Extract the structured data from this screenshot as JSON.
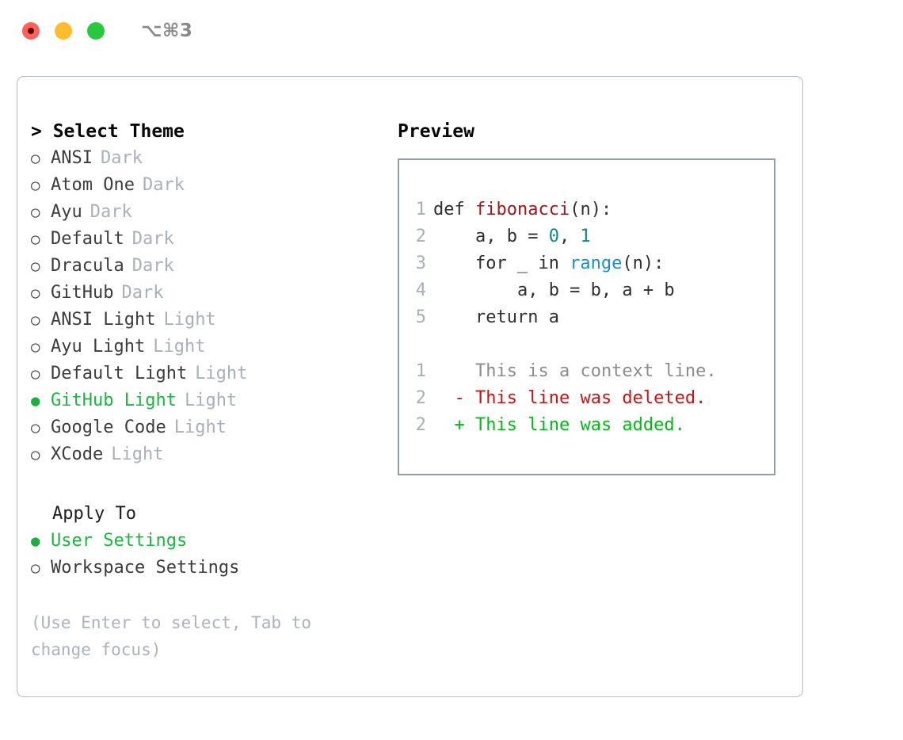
{
  "titlebar": {
    "shortcut": "⌥⌘3",
    "buttons": [
      "close",
      "minimize",
      "maximize"
    ]
  },
  "theme_picker": {
    "heading": "> Select Theme",
    "marks": {
      "selected": "●",
      "unselected": "○"
    },
    "items": [
      {
        "name": "ANSI",
        "variant": "Dark",
        "selected": false
      },
      {
        "name": "Atom One",
        "variant": "Dark",
        "selected": false
      },
      {
        "name": "Ayu",
        "variant": "Dark",
        "selected": false
      },
      {
        "name": "Default",
        "variant": "Dark",
        "selected": false
      },
      {
        "name": "Dracula",
        "variant": "Dark",
        "selected": false
      },
      {
        "name": "GitHub",
        "variant": "Dark",
        "selected": false
      },
      {
        "name": "ANSI Light",
        "variant": "Light",
        "selected": false
      },
      {
        "name": "Ayu Light",
        "variant": "Light",
        "selected": false
      },
      {
        "name": "Default Light",
        "variant": "Light",
        "selected": false
      },
      {
        "name": "GitHub Light",
        "variant": "Light",
        "selected": true
      },
      {
        "name": "Google Code",
        "variant": "Light",
        "selected": false
      },
      {
        "name": "XCode",
        "variant": "Light",
        "selected": false
      }
    ]
  },
  "apply_to": {
    "heading": "Apply To",
    "options": [
      {
        "label": "User Settings",
        "selected": true
      },
      {
        "label": "Workspace Settings",
        "selected": false
      }
    ]
  },
  "hint": "(Use Enter to select, Tab to change focus)",
  "preview": {
    "heading": "Preview",
    "code_lines": [
      {
        "no": "1",
        "segments": [
          {
            "t": "def ",
            "k": "plain"
          },
          {
            "t": "fibonacci",
            "k": "func"
          },
          {
            "t": "(n):",
            "k": "plain"
          }
        ]
      },
      {
        "no": "2",
        "segments": [
          {
            "t": "    a, b = ",
            "k": "plain"
          },
          {
            "t": "0",
            "k": "num"
          },
          {
            "t": ", ",
            "k": "plain"
          },
          {
            "t": "1",
            "k": "num"
          }
        ]
      },
      {
        "no": "3",
        "segments": [
          {
            "t": "    for _ in ",
            "k": "plain"
          },
          {
            "t": "range",
            "k": "call"
          },
          {
            "t": "(n):",
            "k": "plain"
          }
        ]
      },
      {
        "no": "4",
        "segments": [
          {
            "t": "        a, b = b, a + b",
            "k": "plain"
          }
        ]
      },
      {
        "no": "5",
        "segments": [
          {
            "t": "    return a",
            "k": "plain"
          }
        ]
      }
    ],
    "diff_lines": [
      {
        "no": "1",
        "sign": " ",
        "text": "This is a context line.",
        "kind": "context"
      },
      {
        "no": "2",
        "sign": "-",
        "text": "This line was deleted.",
        "kind": "deleted"
      },
      {
        "no": "2",
        "sign": "+",
        "text": "This line was added.",
        "kind": "added"
      }
    ]
  },
  "colors": {
    "accent_green": "#18b93c",
    "diff_added": "#00bb14",
    "diff_deleted": "#cc1111",
    "muted": "#a8b0bd",
    "border": "#b3bcc9"
  }
}
